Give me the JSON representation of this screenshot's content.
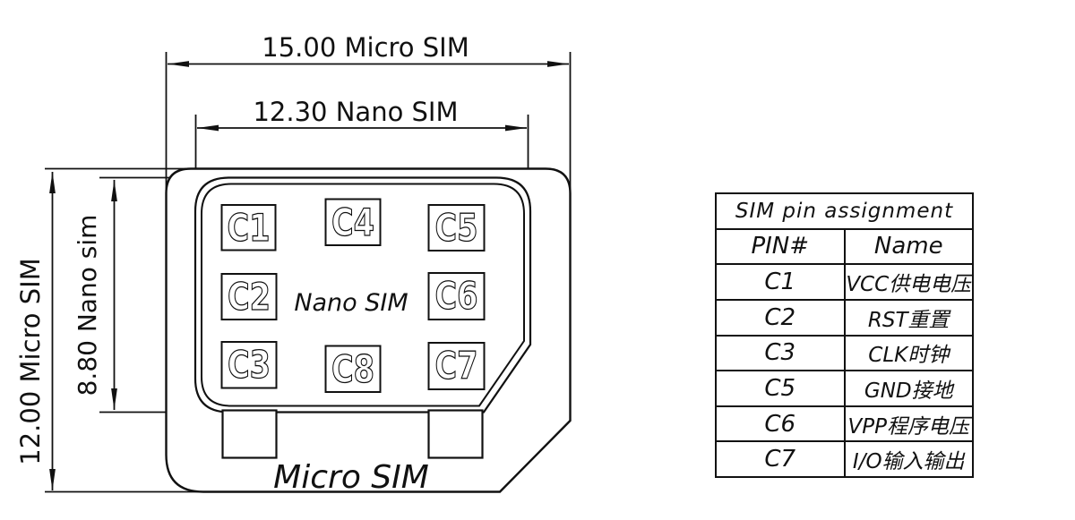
{
  "drawing": {
    "dimensions": {
      "top_outer": "15.00 Micro SIM",
      "top_inner": "12.30 Nano SIM",
      "left_outer": "12.00 Micro SIM",
      "left_inner": "8.80 Nano sim"
    },
    "labels": {
      "nano": "Nano SIM",
      "micro": "Micro SIM"
    },
    "pins": {
      "c1": "C1",
      "c2": "C2",
      "c3": "C3",
      "c4": "C4",
      "c5": "C5",
      "c6": "C6",
      "c7": "C7",
      "c8": "C8"
    }
  },
  "table": {
    "title": "SIM pin assignment",
    "columns": {
      "pin": "PIN#",
      "name": "Name"
    },
    "rows": [
      {
        "pin": "C1",
        "name": "VCC供电电压"
      },
      {
        "pin": "C2",
        "name": "RST重置"
      },
      {
        "pin": "C3",
        "name": "CLK时钟"
      },
      {
        "pin": "C5",
        "name": "GND接地"
      },
      {
        "pin": "C6",
        "name": "VPP程序电压"
      },
      {
        "pin": "C7",
        "name": "I/O输入输出"
      }
    ]
  },
  "colors": {
    "line": "#111111",
    "background": "#ffffff"
  }
}
